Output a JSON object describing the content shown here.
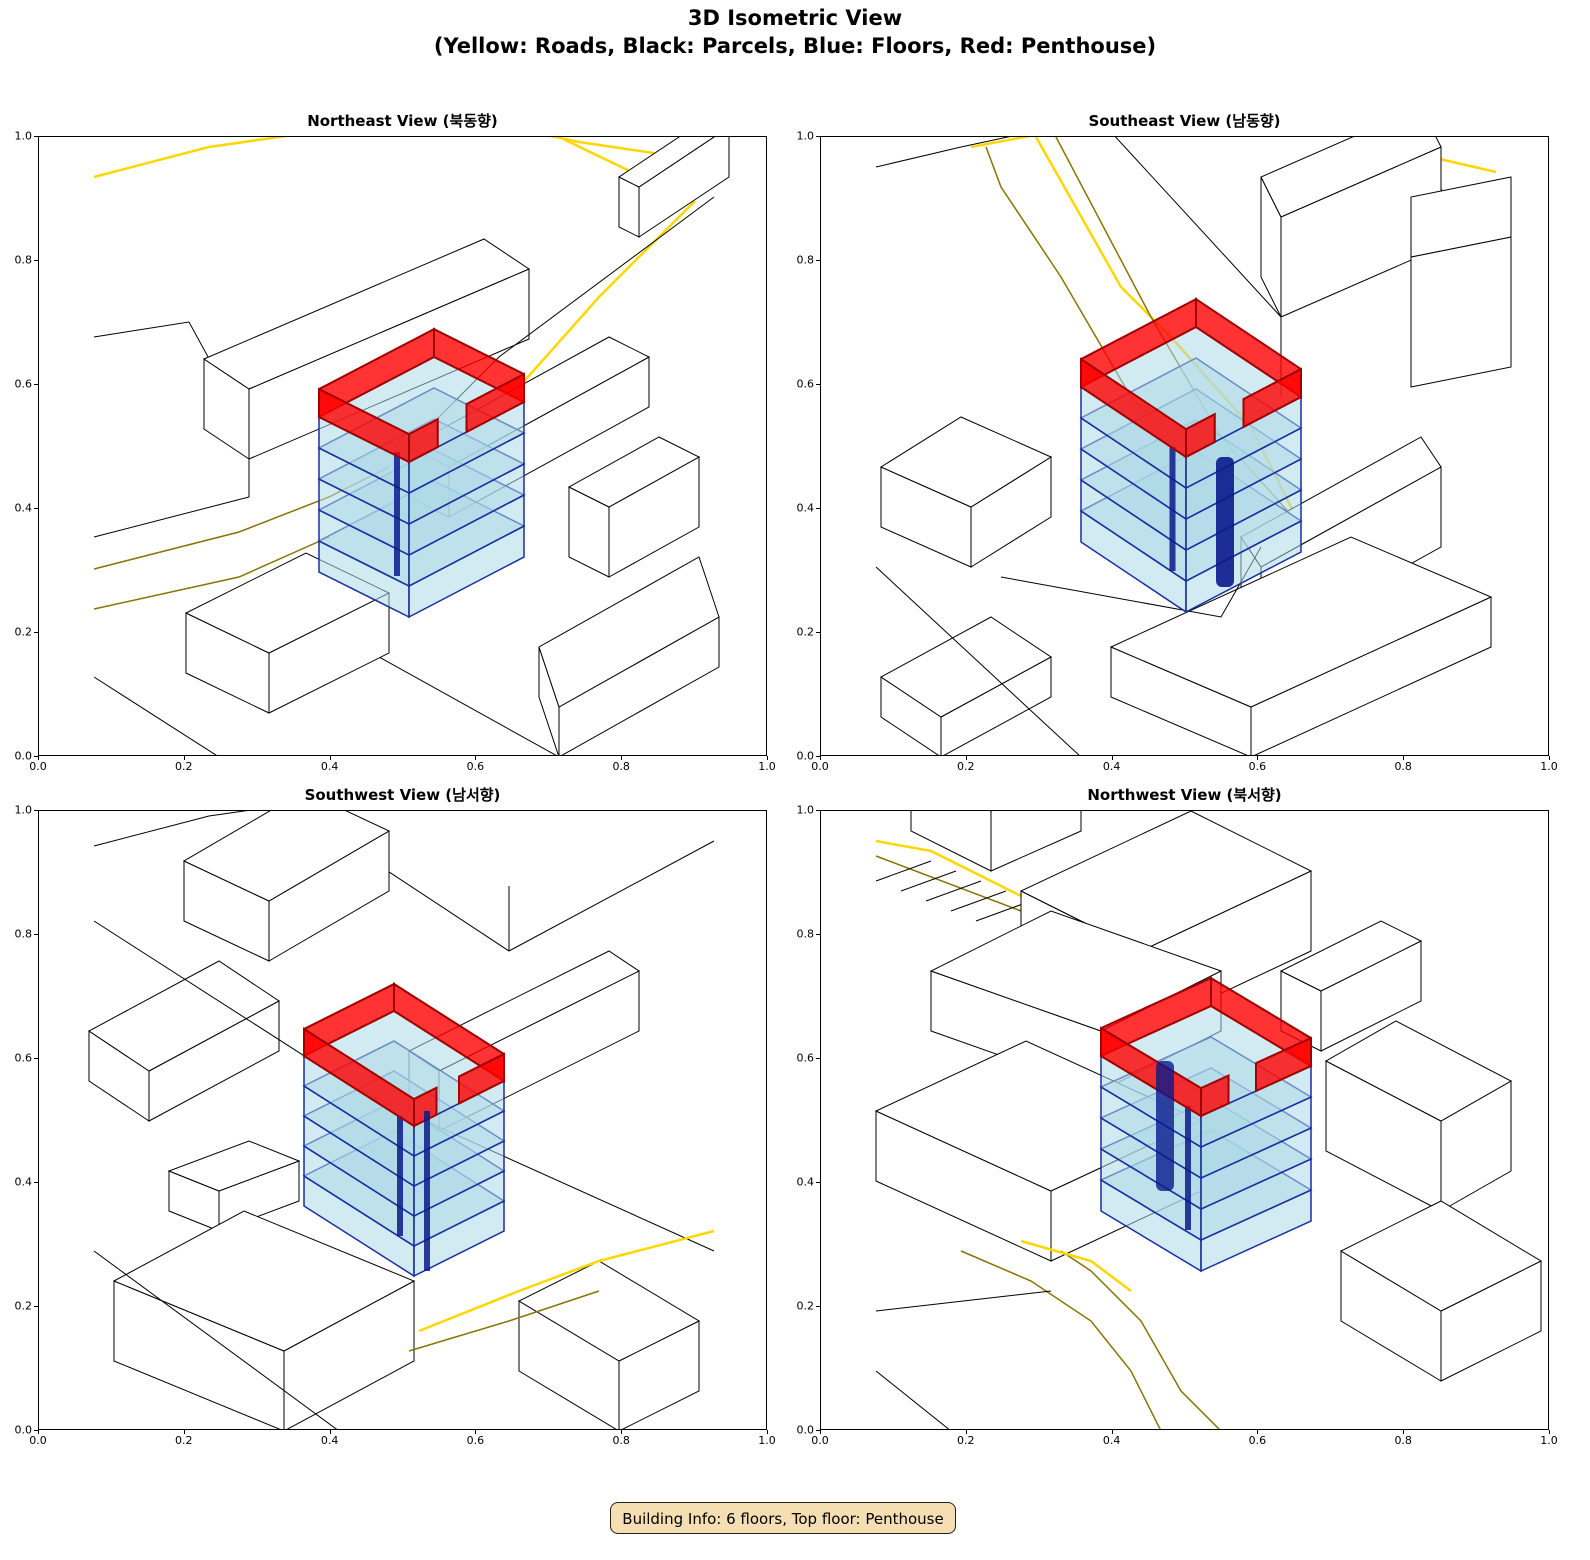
{
  "figure": {
    "title_line1": "3D Isometric View",
    "title_line2": "(Yellow: Roads, Black: Parcels, Blue: Floors, Red: Penthouse)"
  },
  "colors": {
    "roads": "#ffd700",
    "parcels": "#000000",
    "floors": "#add8e6",
    "floor_edges": "#1a2fa0",
    "penthouse": "#ff0000"
  },
  "panels": [
    {
      "title": "Northeast View (북동향)"
    },
    {
      "title": "Southeast View (남동향)"
    },
    {
      "title": "Southwest View (남서향)"
    },
    {
      "title": "Northwest View (북서향)"
    }
  ],
  "axes": {
    "x_ticks": [
      "0.0",
      "0.2",
      "0.4",
      "0.6",
      "0.8",
      "1.0"
    ],
    "y_ticks": [
      "0.0",
      "0.2",
      "0.4",
      "0.6",
      "0.8",
      "1.0"
    ],
    "xlim": [
      0,
      1
    ],
    "ylim": [
      0,
      1
    ]
  },
  "building": {
    "floors": 6,
    "top_floor": "Penthouse"
  },
  "info": {
    "text": "Building Info: 6 floors, Top floor: Penthouse"
  }
}
